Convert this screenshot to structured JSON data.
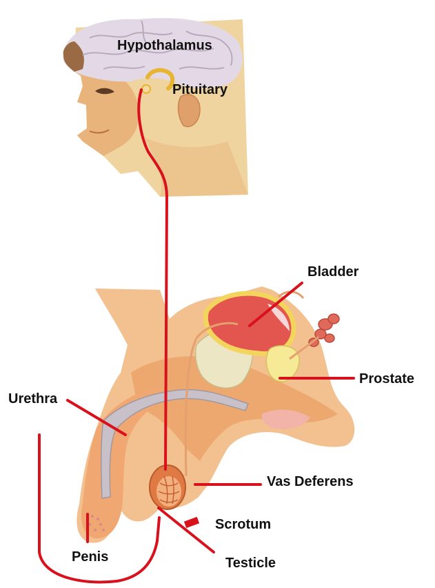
{
  "labels": {
    "hypothalamus": "Hypothalamus",
    "pituitary": "Pituitary",
    "bladder": "Bladder",
    "prostate": "Prostate",
    "urethra": "Urethra",
    "vas_deferens": "Vas Deferens",
    "scrotum": "Scrotum",
    "penis": "Penis",
    "testicle": "Testicle"
  },
  "colors": {
    "leader_line": "#d8111c",
    "skin": "#f3c08f",
    "skin_dark": "#d9955c",
    "brain": "#e3d9e6",
    "bladder": "#e2564f",
    "prostate": "#f6ea96",
    "urethra": "#efa79e",
    "label_text": "#111111"
  }
}
